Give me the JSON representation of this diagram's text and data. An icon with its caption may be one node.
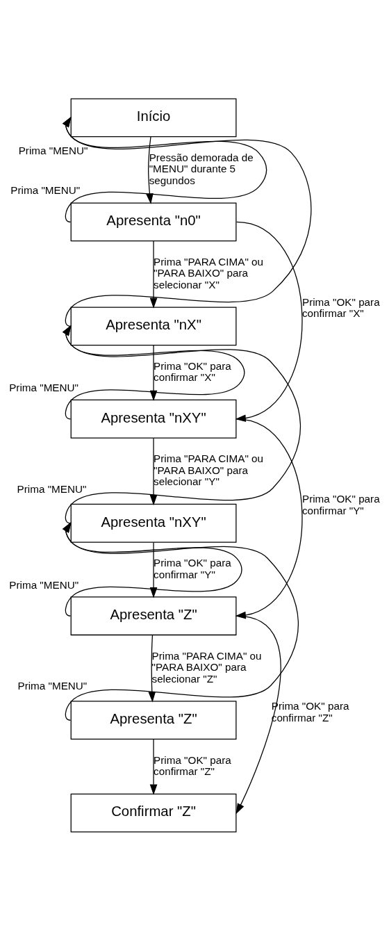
{
  "diagram": {
    "nodes": [
      {
        "text": [
          "Início"
        ]
      },
      {
        "text": [
          "Apresenta \"n0\""
        ]
      },
      {
        "text": [
          "Apresenta \"nX\""
        ]
      },
      {
        "text": [
          "Apresenta \"nXY\""
        ]
      },
      {
        "text": [
          "Apresenta \"nXY\""
        ]
      },
      {
        "text": [
          "Apresenta \"Z\""
        ]
      },
      {
        "text": [
          "Apresenta \"Z\""
        ]
      },
      {
        "text": [
          "Confirmar \"Z\""
        ]
      }
    ],
    "edges": [
      {
        "from": 0,
        "to": 1,
        "arrow": "to",
        "label": "Pressão demorada de \"MENU\" durante 5 segundos"
      },
      {
        "from": 1,
        "to": 0,
        "arrow": "to",
        "label": "Prima \"MENU\""
      },
      {
        "from": 1,
        "to": 2,
        "arrow": "to",
        "label": "Prima \"PARA CIMA\" ou \"PARA BAIXO\" para selecionar \"X\""
      },
      {
        "from": 2,
        "to": 0,
        "arrow": "to",
        "label": "Prima \"MENU\""
      },
      {
        "from": 1,
        "to": 3,
        "arrow": "to",
        "label": "Prima \"OK\" para confirmar \"X\""
      },
      {
        "from": 2,
        "to": 3,
        "arrow": "to",
        "label": "Prima \"OK\" para confirmar \"X\""
      },
      {
        "from": 3,
        "to": 2,
        "arrow": "to",
        "label": "Prima \"MENU\""
      },
      {
        "from": 3,
        "to": 4,
        "arrow": "to",
        "label": "Prima \"PARA CIMA\" ou \"PARA BAIXO\" para selecionar \"Y\""
      },
      {
        "from": 4,
        "to": 2,
        "arrow": "to",
        "label": "Prima \"MENU\""
      },
      {
        "from": 3,
        "to": 5,
        "arrow": "to",
        "label": "Prima \"OK\" para confirmar \"Y\""
      },
      {
        "from": 4,
        "to": 5,
        "arrow": "to",
        "label": "Prima \"OK\" para confirmar \"Y\""
      },
      {
        "from": 5,
        "to": 4,
        "arrow": "to",
        "label": "Prima \"MENU\""
      },
      {
        "from": 5,
        "to": 6,
        "arrow": "to",
        "label": "Prima \"PARA CIMA\" ou \"PARA BAIXO\" para selecionar \"Z\""
      },
      {
        "from": 6,
        "to": 4,
        "arrow": "to",
        "label": "Prima \"MENU\""
      },
      {
        "from": 5,
        "to": 7,
        "arrow": "to",
        "label": "Prima \"OK\" para confirmar \"Z\""
      },
      {
        "from": 6,
        "to": 7,
        "arrow": "to",
        "label": "Prima \"OK\" para confirmar \"Z\""
      }
    ]
  }
}
